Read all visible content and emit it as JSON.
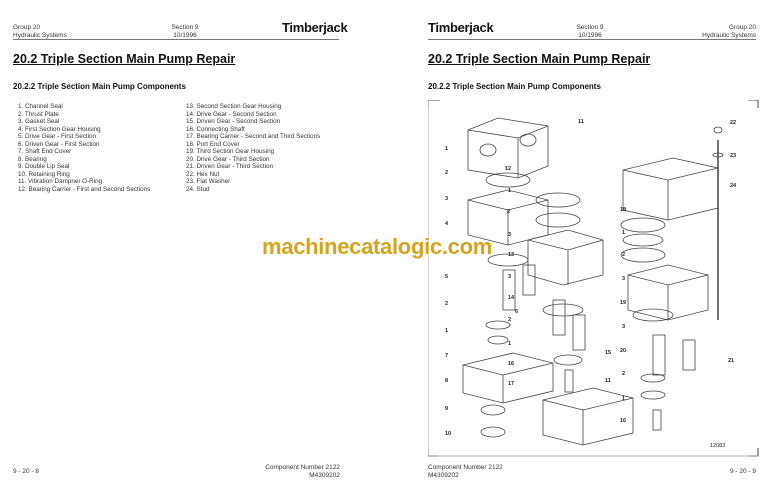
{
  "left_page": {
    "group": "Group 20",
    "group_name": "Hydraulic Systems",
    "section": "Section 9",
    "date": "10/1996",
    "logo": "Timberjack",
    "title": "20.2  Triple Section Main Pump Repair",
    "subtitle": "20.2.2  Triple Section Main Pump Components",
    "components_col1": [
      "1. Channel Seal",
      "2. Thrust Plate",
      "3. Gasket Seal",
      "4. First Section Gear Housing",
      "5. Drive Gear - First Section",
      "6. Driven Gear - First Section",
      "7. Shaft End Cover",
      "8. Bearing",
      "9. Double Lip Seal",
      "10. Retaining Ring",
      "11. Vibration Dampner O-Ring",
      "12. Bearing Carrier - First and Second Sections"
    ],
    "components_col2": [
      "13. Second Section Gear Housing",
      "14. Drive Gear - Second Section",
      "15. Driven Gear - Second Section",
      "16. Connecting Shaft",
      "17. Bearing Carrier - Second and Third Sections",
      "18. Port End Cover",
      "19. Third Section Gear Housing",
      "20. Drive Gear - Third Section",
      "21. Driven Gear - Third Section",
      "22. Hex Nut",
      "23. Flat Washer",
      "24. Stud"
    ],
    "page_number": "9 - 20 - 8",
    "component_number": "Component Number 2122",
    "doc_number": "M4309202"
  },
  "right_page": {
    "group": "Group 20",
    "group_name": "Hydraulic Systems",
    "section": "Section 9",
    "date": "10/1996",
    "logo": "Timberjack",
    "title": "20.2  Triple Section Main Pump Repair",
    "subtitle": "20.2.2  Triple Section Main Pump Components",
    "page_number": "9 - 20 - 9",
    "component_number": "Component Number 2122",
    "doc_number": "M4309202",
    "diagram": {
      "figure_id": "12083",
      "callouts": [
        "1",
        "2",
        "3",
        "4",
        "5",
        "2",
        "6",
        "1",
        "7",
        "8",
        "9",
        "10",
        "11",
        "12",
        "1",
        "2",
        "3",
        "13",
        "3",
        "14",
        "2",
        "1",
        "15",
        "16",
        "17",
        "11",
        "22",
        "23",
        "24",
        "18",
        "1",
        "2",
        "3",
        "19",
        "3",
        "20",
        "21",
        "2",
        "1",
        "16"
      ]
    }
  },
  "watermark": "machinecatalogic.com"
}
